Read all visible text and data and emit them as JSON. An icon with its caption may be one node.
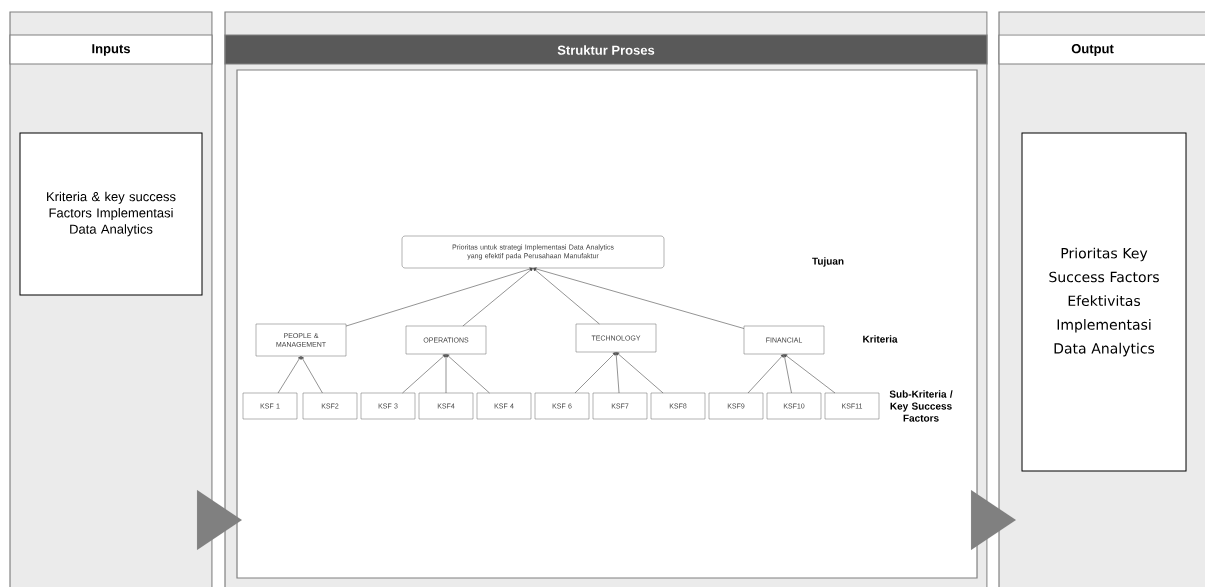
{
  "diagram": {
    "nodes": [
      {
        "text": [
          "Inputs"
        ]
      },
      {
        "text": [
          "Kriteria & key success Factors Implementasi Data Analytics"
        ],
        "in": 0
      },
      {
        "text": [
          "Struktur Proses"
        ]
      },
      {
        "text": [],
        "shape": "box",
        "in": 2
      },
      {
        "text": [
          "Prioritas untuk strategi Implementasi Data Analytics yang efektif pada Perusahaan Manufaktur"
        ],
        "in": 3
      },
      {
        "text": [
          "PEOPLE & MANAGEMENT"
        ],
        "in": 3
      },
      {
        "text": [
          "OPERATIONS"
        ],
        "in": 3
      },
      {
        "text": [
          "TECHNOLOGY"
        ],
        "in": 3
      },
      {
        "text": [
          "FINANCIAL"
        ],
        "in": 3
      },
      {
        "text": [
          "KSF 1"
        ],
        "in": 3
      },
      {
        "text": [
          "KSF2"
        ],
        "in": 3
      },
      {
        "text": [
          "KSF 3"
        ],
        "in": 3
      },
      {
        "text": [
          "KSF4"
        ],
        "in": 3
      },
      {
        "text": [
          "KSF 4"
        ],
        "in": 3
      },
      {
        "text": [
          "KSF 6"
        ],
        "in": 3
      },
      {
        "text": [
          "KSF7"
        ],
        "in": 3
      },
      {
        "text": [
          "KSF8"
        ],
        "in": 3
      },
      {
        "text": [
          "KSF9"
        ],
        "in": 3
      },
      {
        "text": [
          "KSF10"
        ],
        "in": 3
      },
      {
        "text": [
          "KSF11"
        ],
        "in": 3
      },
      {
        "text": [
          "Output"
        ]
      },
      {
        "text": [
          "Prioritas Key Success Factors Efektivitas Implementasi Data Analytics"
        ],
        "in": 20
      }
    ],
    "edges": [
      {
        "from": 0,
        "to": 2,
        "arrow": "to"
      },
      {
        "from": 2,
        "to": 20,
        "arrow": "to"
      },
      {
        "from": 5,
        "to": 4,
        "arrow": "to"
      },
      {
        "from": 6,
        "to": 4,
        "arrow": "to"
      },
      {
        "from": 7,
        "to": 4,
        "arrow": "to"
      },
      {
        "from": 8,
        "to": 4,
        "arrow": "to"
      },
      {
        "from": 9,
        "to": 5,
        "arrow": "to"
      },
      {
        "from": 10,
        "to": 5,
        "arrow": "to"
      },
      {
        "from": 11,
        "to": 6,
        "arrow": "to"
      },
      {
        "from": 12,
        "to": 6,
        "arrow": "to"
      },
      {
        "from": 13,
        "to": 6,
        "arrow": "to"
      },
      {
        "from": 14,
        "to": 7,
        "arrow": "to"
      },
      {
        "from": 15,
        "to": 7,
        "arrow": "to"
      },
      {
        "from": 16,
        "to": 7,
        "arrow": "to"
      },
      {
        "from": 17,
        "to": 8,
        "arrow": "to"
      },
      {
        "from": 18,
        "to": 8,
        "arrow": "to"
      },
      {
        "from": 19,
        "to": 8,
        "arrow": "to"
      }
    ],
    "labels": [
      "Tujuan",
      "Kriteria",
      "Sub-Kriteria / Key Success Factors"
    ]
  }
}
